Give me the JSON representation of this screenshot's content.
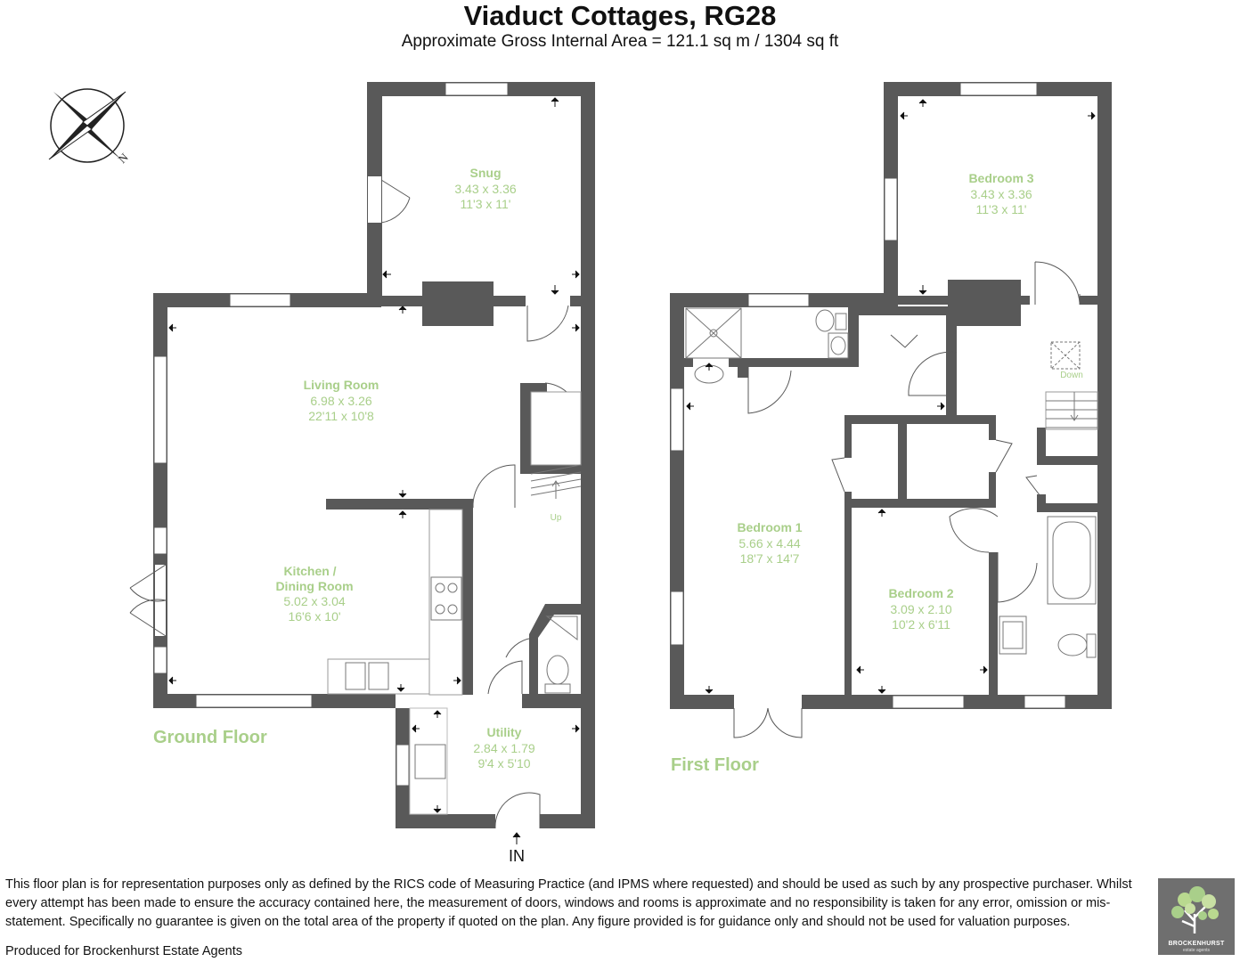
{
  "title": "Viaduct Cottages, RG28",
  "subtitle": "Approximate Gross Internal Area = 121.1 sq m / 1304 sq ft",
  "compass": {
    "label": "N"
  },
  "floors": {
    "ground": {
      "label": "Ground Floor",
      "rooms": [
        {
          "name": "Snug",
          "metric": "3.43 x 3.36",
          "imperial": "11'3 x 11'"
        },
        {
          "name": "Living Room",
          "metric": "6.98 x 3.26",
          "imperial": "22'11 x 10'8"
        },
        {
          "name_line1": "Kitchen /",
          "name_line2": "Dining Room",
          "metric": "5.02 x 3.04",
          "imperial": "16'6 x 10'"
        },
        {
          "name": "Utility",
          "metric": "2.84 x 1.79",
          "imperial": "9'4 x 5'10"
        }
      ],
      "stairs_label": "Up",
      "entrance_label": "IN"
    },
    "first": {
      "label": "First Floor",
      "rooms": [
        {
          "name": "Bedroom 3",
          "metric": "3.43 x 3.36",
          "imperial": "11'3 x 11'"
        },
        {
          "name": "Bedroom 1",
          "metric": "5.66 x 4.44",
          "imperial": "18'7 x 14'7"
        },
        {
          "name": "Bedroom 2",
          "metric": "3.09 x 2.10",
          "imperial": "10'2 x 6'11"
        }
      ],
      "stairs_label": "Down"
    }
  },
  "disclaimer": "This floor plan is for representation purposes only as defined by the RICS code of Measuring Practice (and IPMS where requested) and should be used as such by any prospective purchaser. Whilst every attempt has been made to ensure the accuracy contained here, the measurement of doors, windows and rooms is approximate and no responsibility is taken for any error, omission or mis-statement. Specifically no guarantee is given on the total area of the property if quoted on the plan. Any figure provided is for guidance only and should not be used for valuation purposes.",
  "produced_for": "Produced for Brockenhurst Estate Agents",
  "logo": {
    "name": "BROCKENHURST",
    "tagline": "estate agents"
  },
  "colors": {
    "wall": "#595959",
    "label": "#a9cf8a",
    "logo_bg": "#6f6f6f",
    "tree": "#b9d98f"
  }
}
